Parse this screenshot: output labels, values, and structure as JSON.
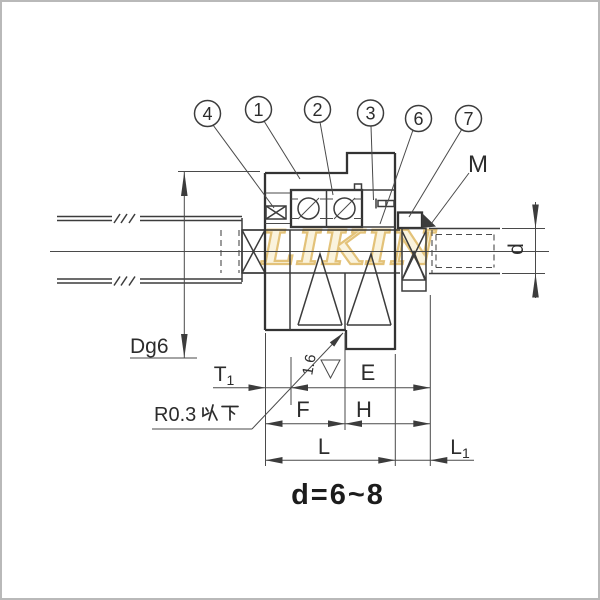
{
  "watermark": "LIKIN",
  "title": "d=6~8",
  "callouts": [
    "4",
    "1",
    "2",
    "3",
    "6",
    "7"
  ],
  "labels": {
    "m": "M",
    "d": "d",
    "dg6": "Dg6",
    "t": "T",
    "t_sub": "1",
    "e": "E",
    "f": "F",
    "h": "H",
    "l": "L",
    "l1": "L",
    "l1_sub": "1",
    "roughness": "1.6",
    "r_note_latin": "R0.3",
    "r_note_cjk": "以下",
    "r_note_full": "R0.3以下"
  },
  "colors": {
    "line": "#3c3c3c",
    "border": "#b9b9b9",
    "watermark_fill": "#faf3dd",
    "watermark_stroke": "#e3c279",
    "background": "#ffffff"
  }
}
